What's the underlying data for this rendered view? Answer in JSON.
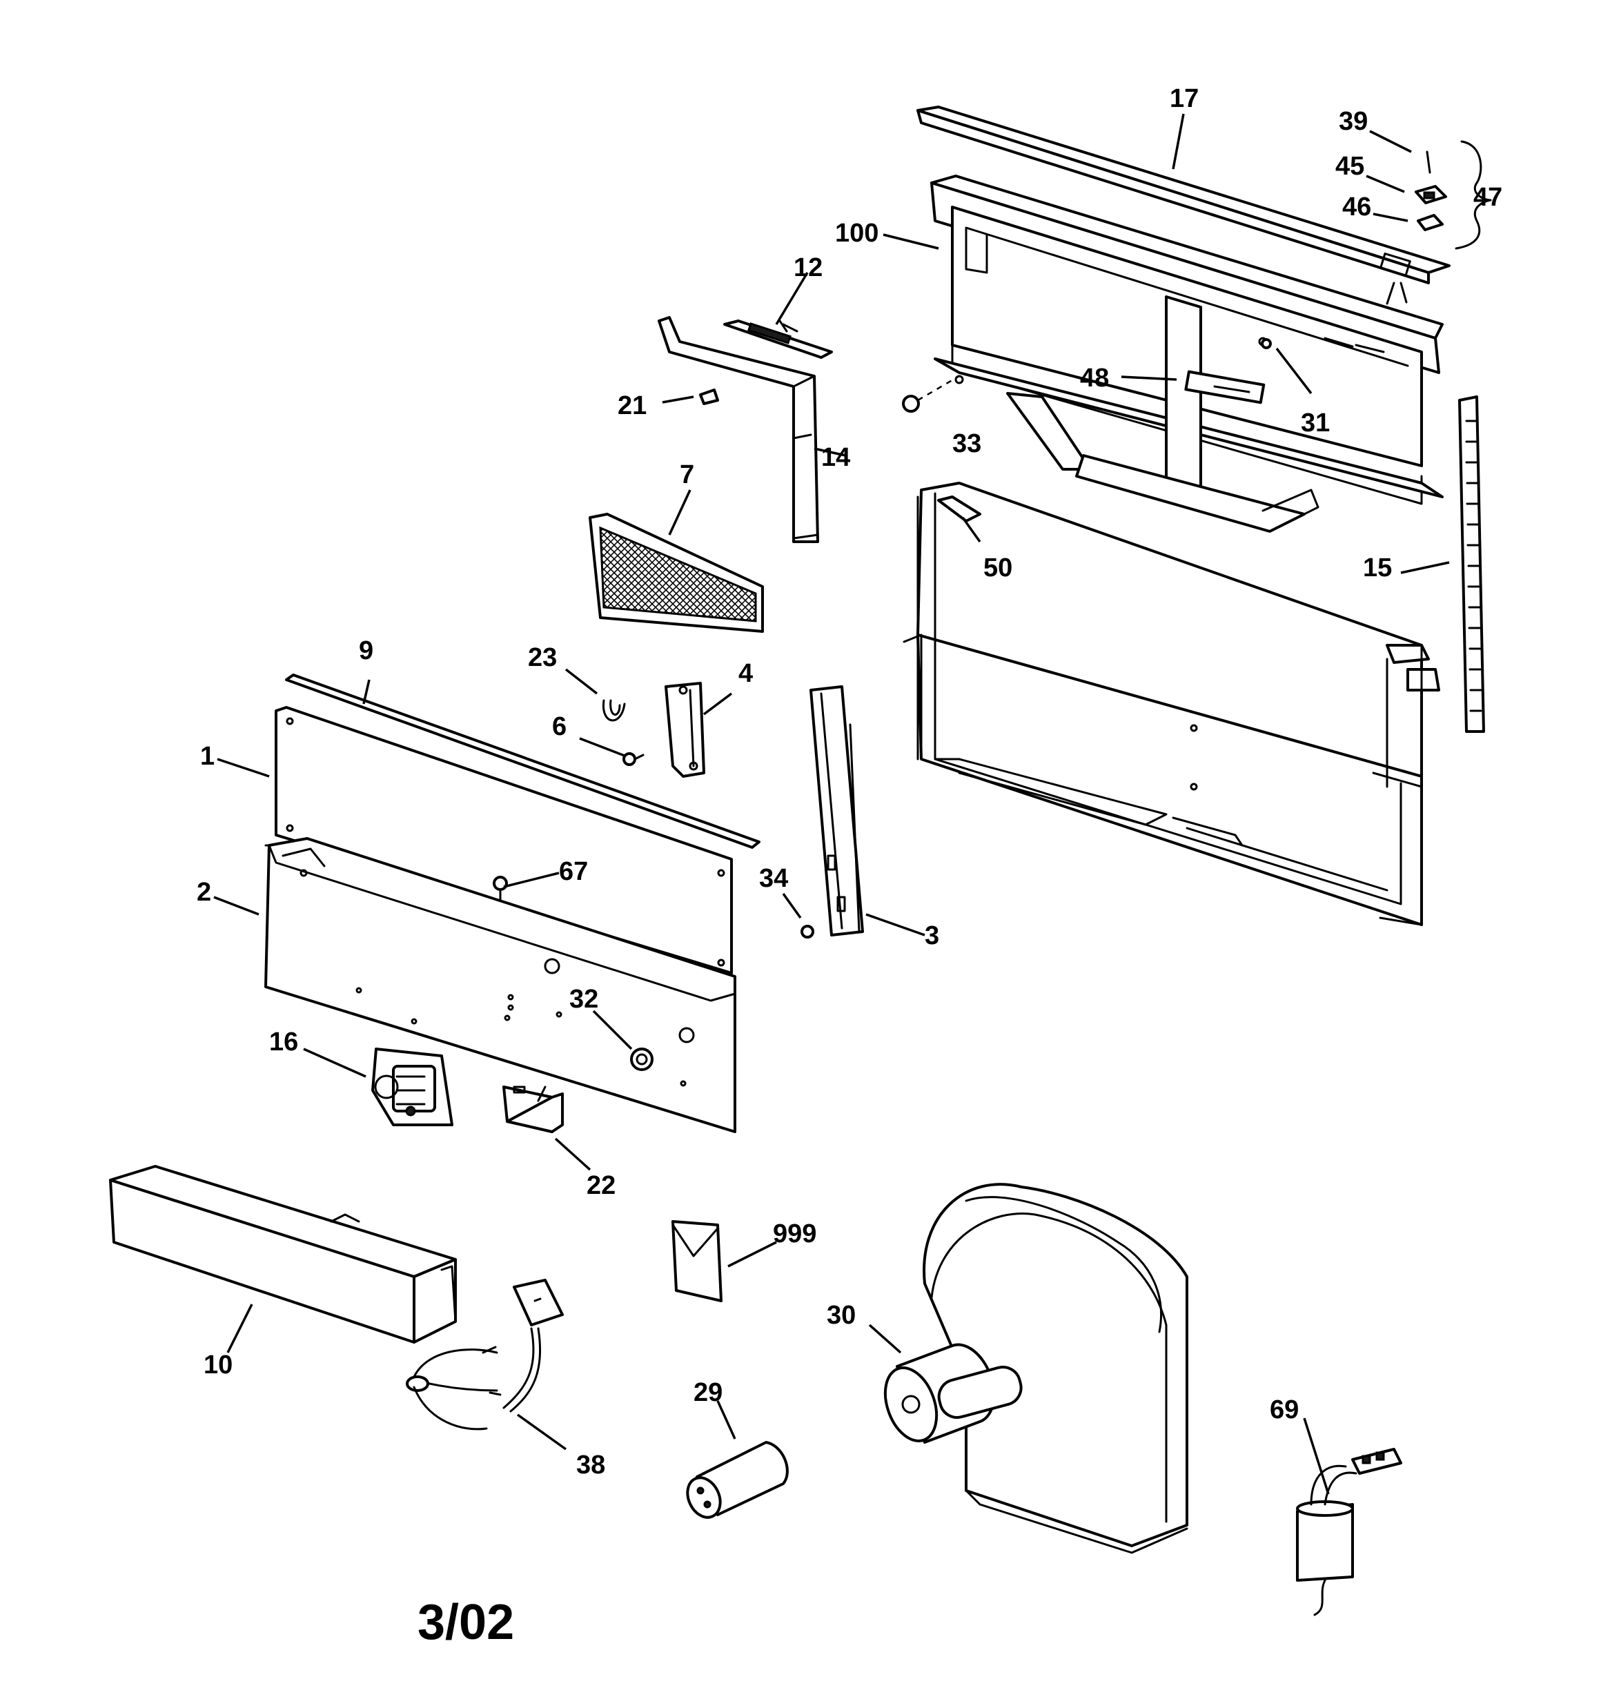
{
  "callouts": {
    "c1": "1",
    "c2": "2",
    "c3": "3",
    "c4": "4",
    "c6": "6",
    "c7": "7",
    "c9": "9",
    "c10": "10",
    "c12": "12",
    "c14": "14",
    "c15": "15",
    "c16": "16",
    "c17": "17",
    "c21": "21",
    "c22": "22",
    "c23": "23",
    "c29": "29",
    "c30": "30",
    "c31": "31",
    "c32": "32",
    "c33": "33",
    "c34": "34",
    "c38": "38",
    "c39": "39",
    "c45": "45",
    "c46": "46",
    "c47": "47",
    "c48": "48",
    "c50": "50",
    "c67": "67",
    "c69": "69",
    "c100": "100",
    "c999": "999"
  },
  "date_code": "3/02"
}
